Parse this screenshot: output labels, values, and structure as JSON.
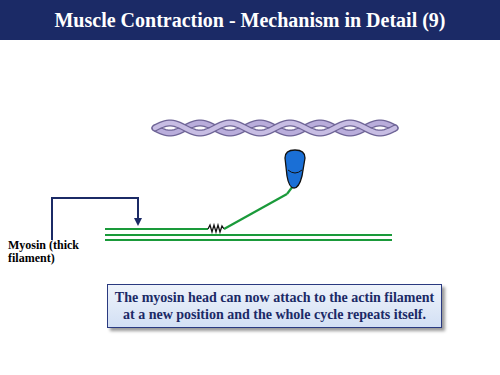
{
  "diagram": {
    "title": "Muscle Contraction - Mechanism in Detail (9)",
    "caption": "The myosin head can now attach to the actin filament at a new position and the whole cycle repeats itself.",
    "labels": [
      "Myosin (thick filament)"
    ]
  }
}
